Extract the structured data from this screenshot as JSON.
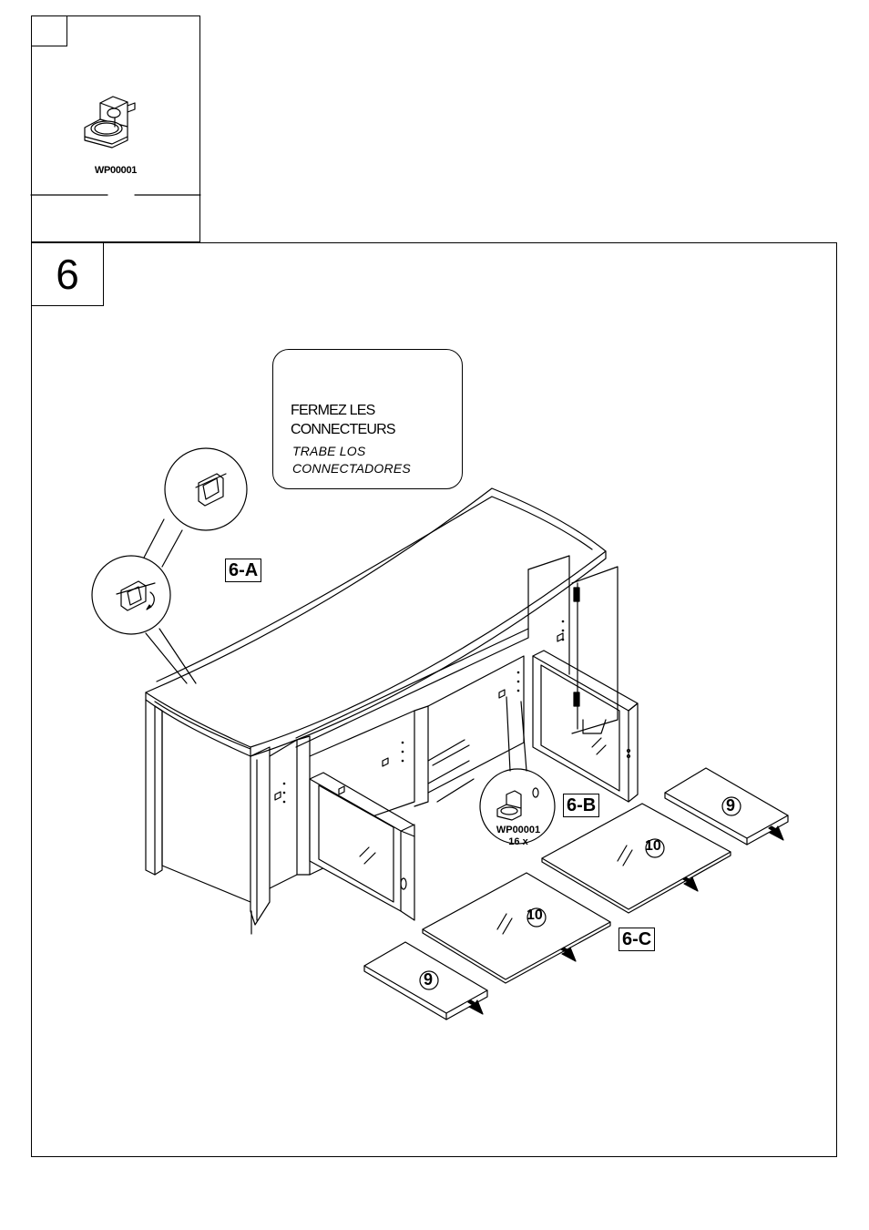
{
  "parts": {
    "code": "WP00001"
  },
  "step": {
    "number": "6"
  },
  "note": {
    "french_line1": "FERMEZ LES",
    "french_line2": "CONNECTEURS",
    "spanish_line1": "TRABE LOS",
    "spanish_line2": "CONNECTADORES"
  },
  "labels": {
    "sub_a": "6-A",
    "sub_b": "6-B",
    "sub_c": "6-C",
    "callout_code": "WP00001",
    "callout_qty": "16 x",
    "shelf_9": "9",
    "glass_10": "10"
  }
}
